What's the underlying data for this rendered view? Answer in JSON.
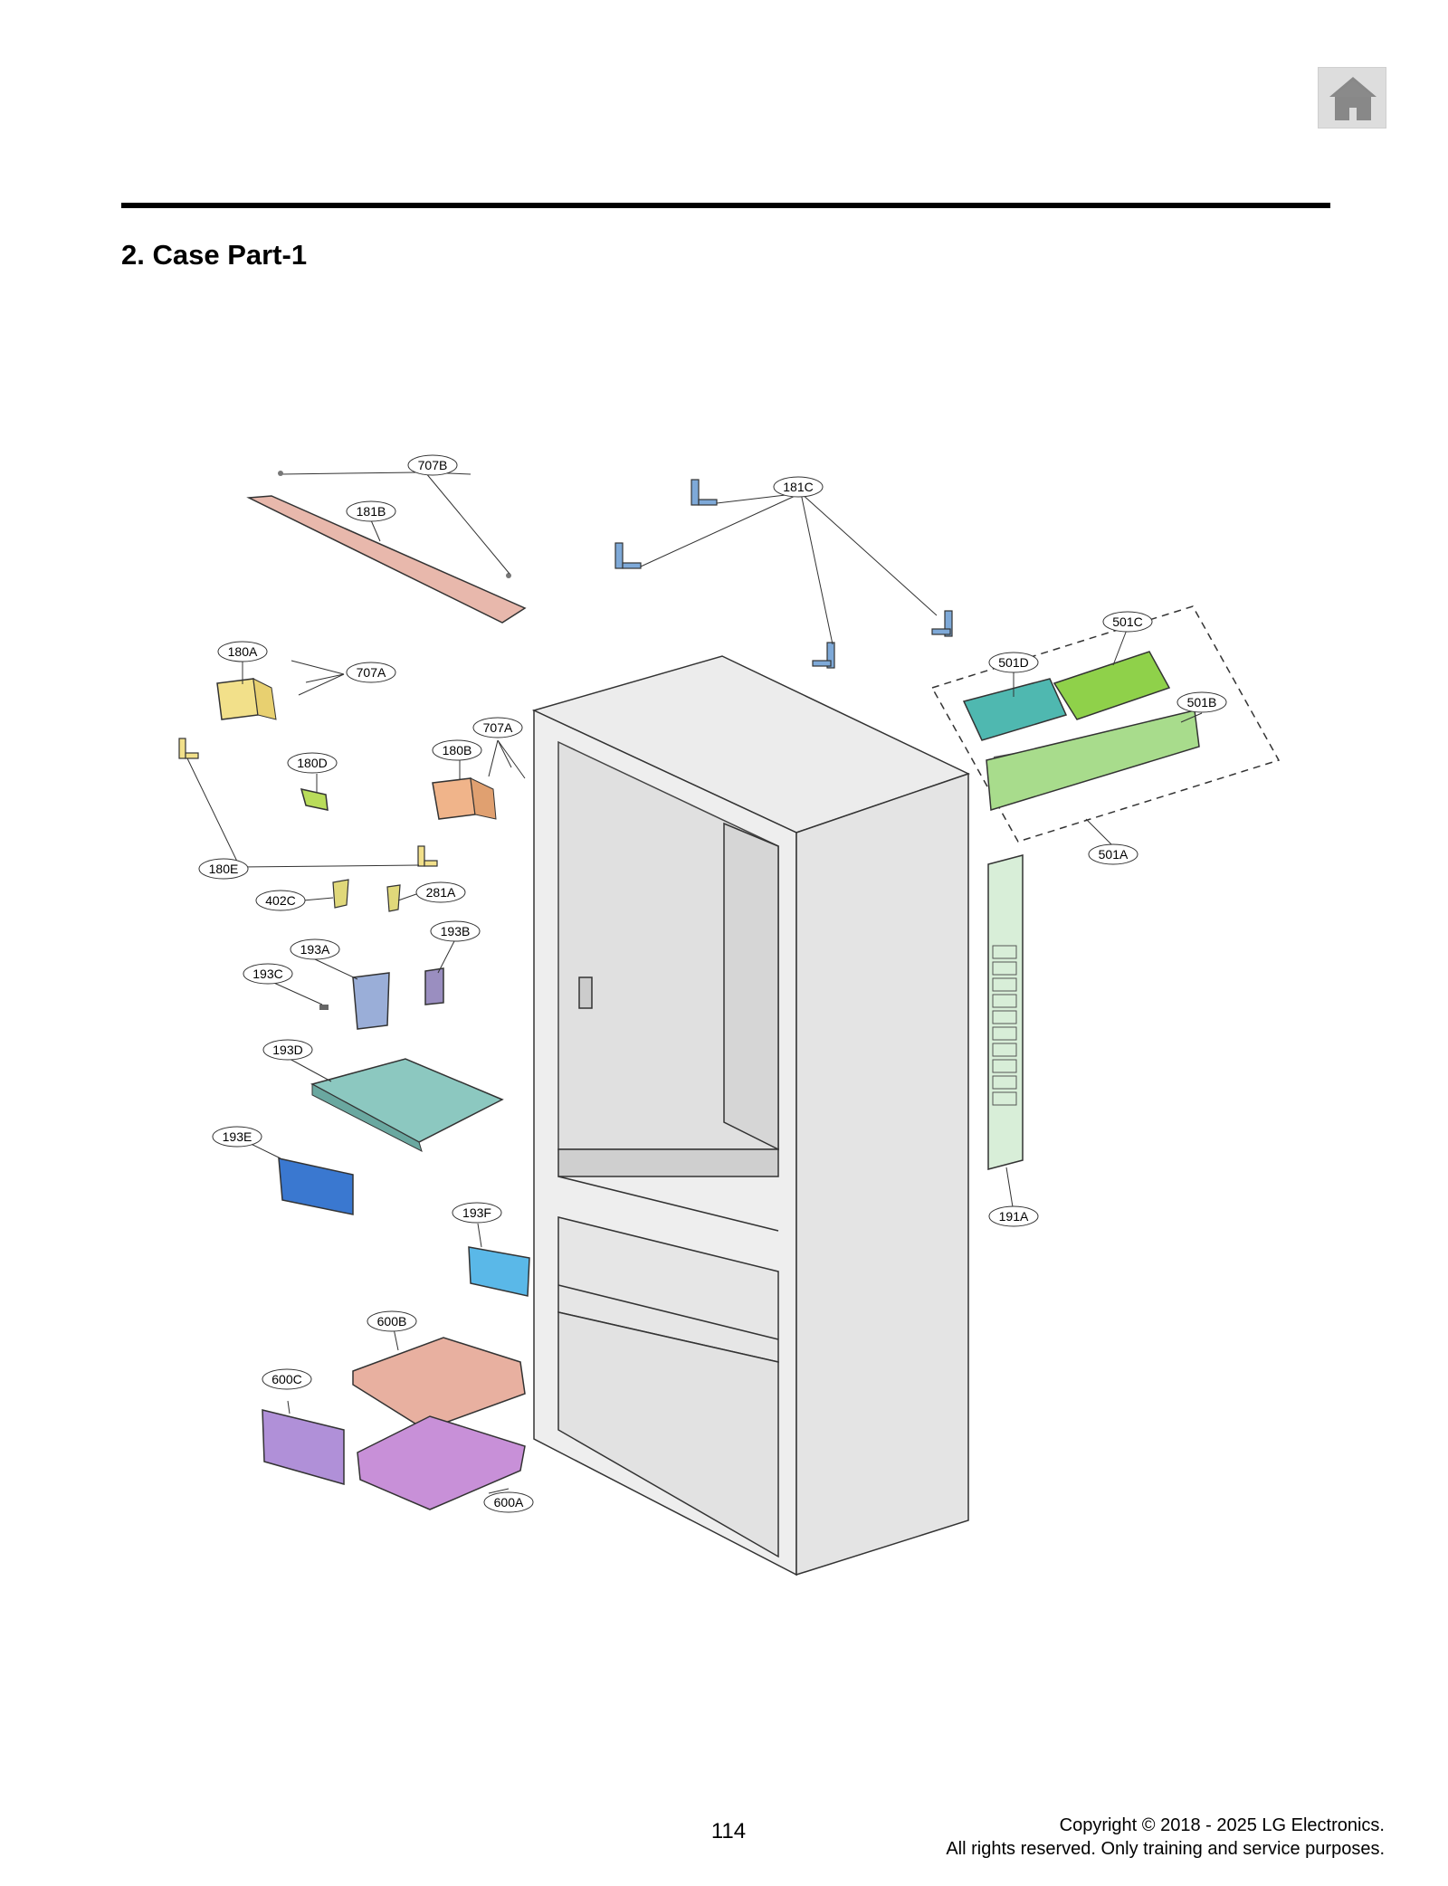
{
  "home_button": {
    "icon": "home-icon"
  },
  "section_title": "2. Case Part-1",
  "callouts": [
    "707B",
    "181B",
    "181C",
    "501C",
    "180A",
    "707A",
    "501D",
    "501B",
    "707A",
    "180D",
    "180B",
    "501A",
    "180E",
    "402C",
    "281A",
    "193B",
    "193A",
    "193C",
    "193D",
    "191A",
    "193E",
    "193F",
    "600B",
    "600C",
    "600A"
  ],
  "footer": {
    "page_number": "114",
    "copyright_line1": "Copyright © 2018 - 2025 LG Electronics.",
    "copyright_line2": "All rights reserved. Only training and service purposes."
  },
  "colors": {
    "cabinet": "#e8e8e8",
    "part_181B": "#e8b8ac",
    "part_181C": "#7ea9d8",
    "part_180A": "#f2e08a",
    "part_180B": "#f0b48a",
    "part_180D": "#b9dc5a",
    "part_501A": "#a8dc8c",
    "part_501C": "#8fd14a",
    "part_501D": "#4fb8b0",
    "part_191A": "#d8eed8",
    "part_193A": "#9aaed8",
    "part_193D": "#8cc8c0",
    "part_193E": "#3a78d0",
    "part_193F": "#5ab8e8",
    "part_600B": "#e8b0a0",
    "part_600A": "#c890d8",
    "part_600C": "#b090d8"
  }
}
